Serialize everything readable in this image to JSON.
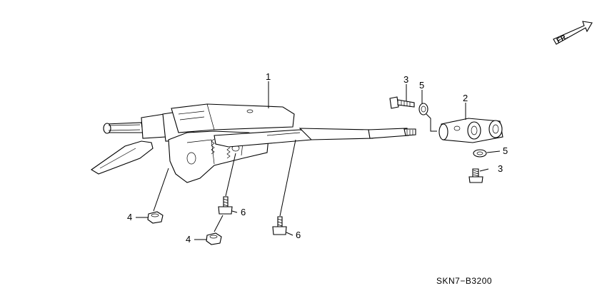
{
  "orientation": {
    "label": "FR."
  },
  "diagram_code": "SKN7−B3200",
  "callouts": [
    {
      "id": "c1",
      "text": "1"
    },
    {
      "id": "c2",
      "text": "2"
    },
    {
      "id": "c3a",
      "text": "3"
    },
    {
      "id": "c3b",
      "text": "3"
    },
    {
      "id": "c5a",
      "text": "5"
    },
    {
      "id": "c5b",
      "text": "5"
    },
    {
      "id": "c4a",
      "text": "4"
    },
    {
      "id": "c4b",
      "text": "4"
    },
    {
      "id": "c6a",
      "text": "6"
    },
    {
      "id": "c6b",
      "text": "6"
    }
  ]
}
